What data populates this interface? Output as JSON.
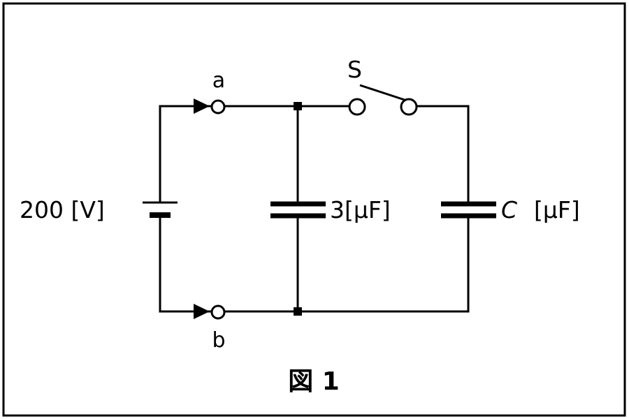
{
  "diagram": {
    "source_label": "200 [V]",
    "terminal_a_label": "a",
    "terminal_b_label": "b",
    "switch_label": "S",
    "capacitor_1_label": "3[μF]",
    "capacitor_2_symbol": "C",
    "capacitor_2_unit": "[μF]",
    "figure_caption": "図 1"
  }
}
